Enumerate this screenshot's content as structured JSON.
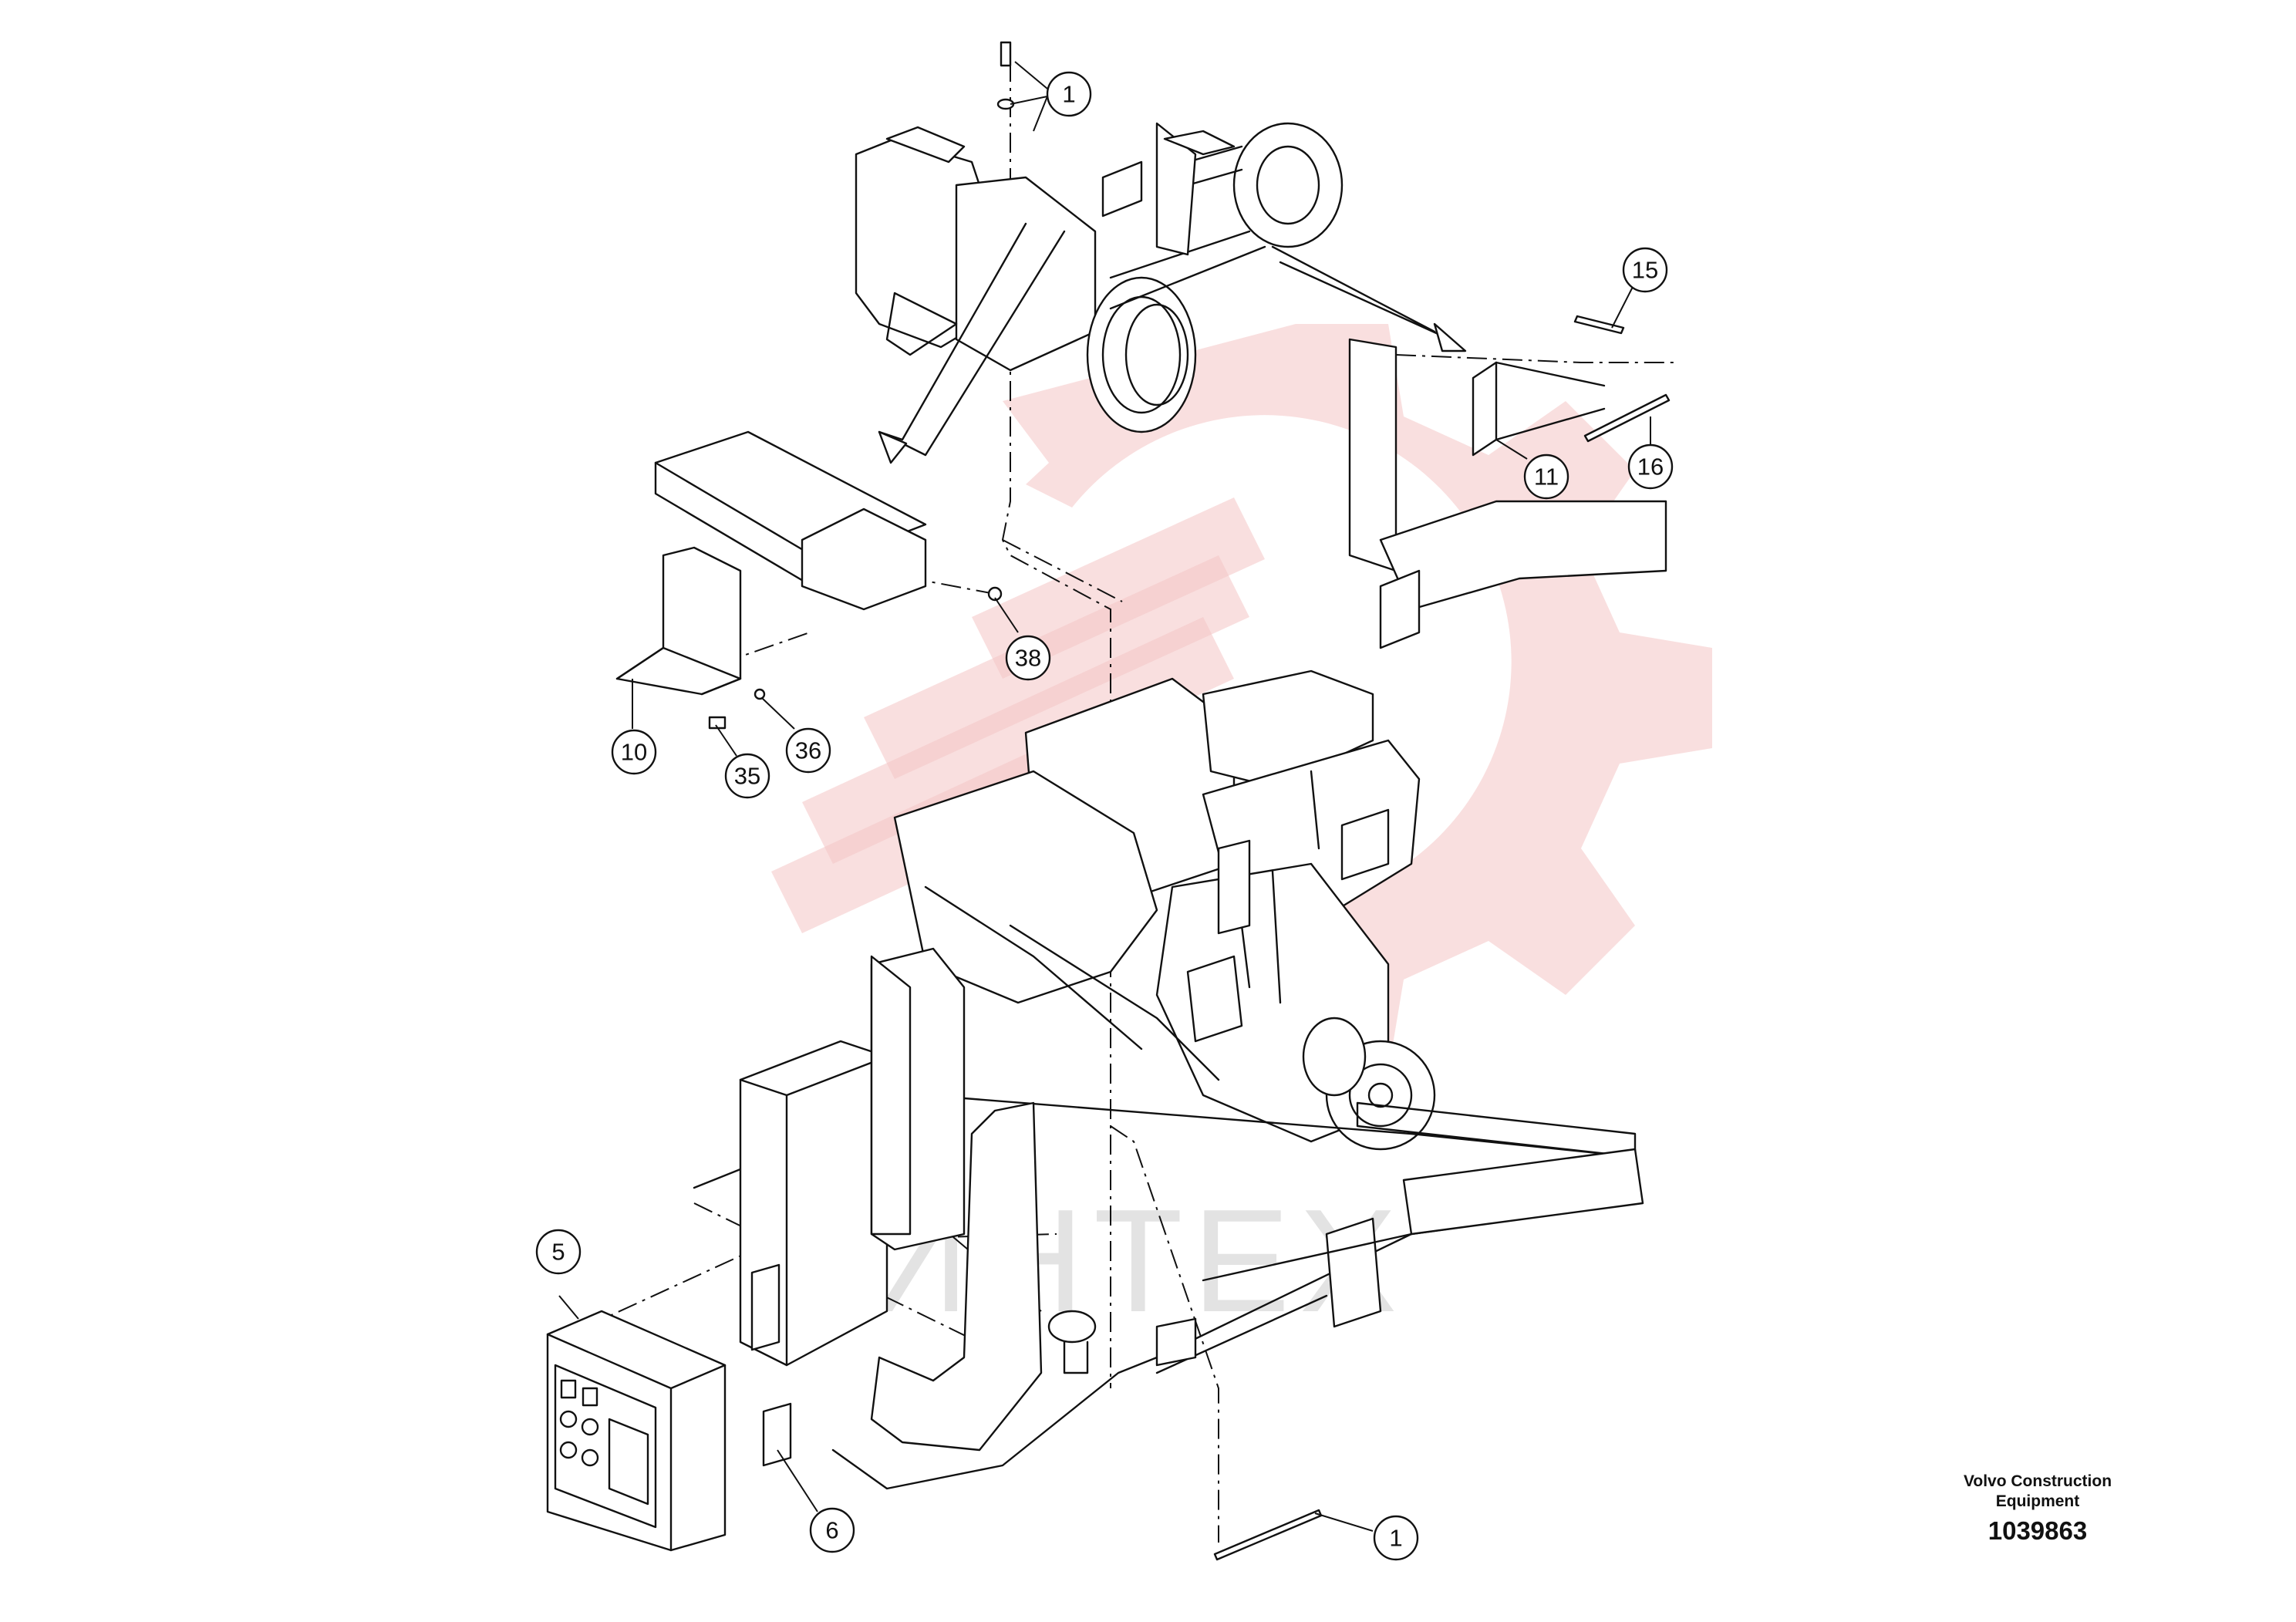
{
  "watermark": {
    "text": "ИНТЕХ",
    "color": "#f4c4c4"
  },
  "callouts": [
    {
      "id": "c1-top",
      "label": "1"
    },
    {
      "id": "c15",
      "label": "15"
    },
    {
      "id": "c16",
      "label": "16"
    },
    {
      "id": "c11",
      "label": "11"
    },
    {
      "id": "c38",
      "label": "38"
    },
    {
      "id": "c10",
      "label": "10"
    },
    {
      "id": "c35",
      "label": "35"
    },
    {
      "id": "c36",
      "label": "36"
    },
    {
      "id": "c5",
      "label": "5"
    },
    {
      "id": "c6",
      "label": "6"
    },
    {
      "id": "c1-bottom",
      "label": "1"
    }
  ],
  "brand": {
    "name_line1": "Volvo Construction",
    "name_line2": "Equipment"
  },
  "document_number": "1039863"
}
